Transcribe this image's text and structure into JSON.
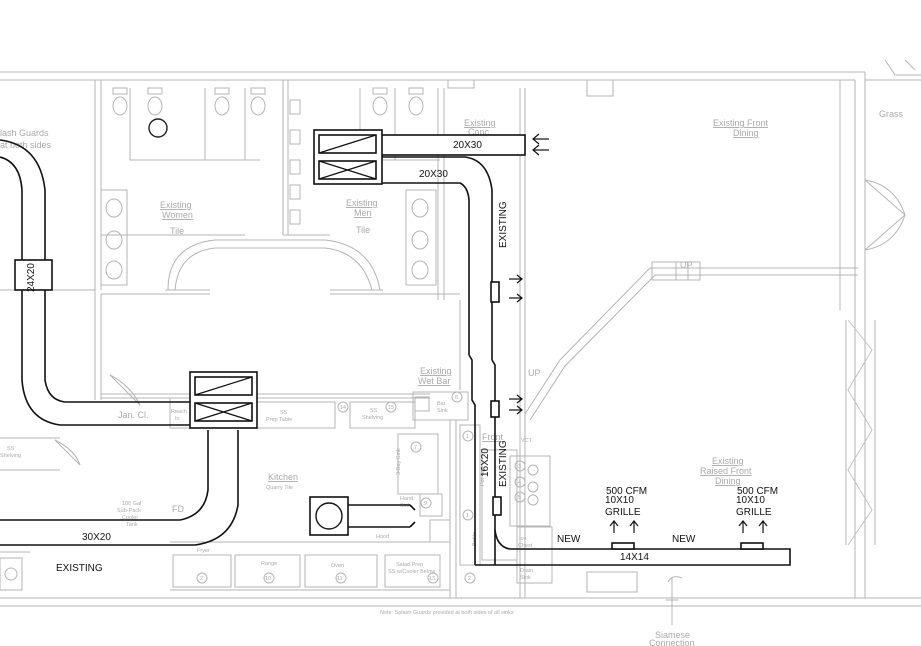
{
  "rooms": {
    "splash_guards": [
      "lash Guards",
      "at both sides"
    ],
    "existing_women": [
      "Existing",
      "Women"
    ],
    "women_tile": "Tile",
    "existing_men": [
      "Existing",
      "Men"
    ],
    "men_tile": "Tile",
    "existing_conc": [
      "Existing",
      "Conc"
    ],
    "existing_front_dining": [
      "Existing Front",
      "Dining"
    ],
    "grass": "Grass",
    "existing_wet_bar": [
      "Existing",
      "Wet Bar"
    ],
    "bar_sink": [
      "Bar",
      "Sink"
    ],
    "kitchen": "Kitchen",
    "kitchen_tile": "Quarry Tile",
    "existing_raised_front_dining": [
      "Existing",
      "Raised Front",
      "Dining"
    ],
    "front": "Front",
    "jan_cl": "Jan. Cl.",
    "siamese": [
      "Siamese",
      "Connection"
    ],
    "up_upper": "UP",
    "up_lower": "UP",
    "note": "Note: Splash Guards provided at both sides of all sinks"
  },
  "equipment": {
    "ss_prep_table": [
      "SS",
      "Prep Table"
    ],
    "ss_shelving_top": [
      "SS",
      "Shelving"
    ],
    "ss_shelving_left": [
      "SS",
      "Shelving"
    ],
    "reach_in": [
      "Reach",
      "In"
    ],
    "bay_sink": "3-Bay Sink",
    "hand_sink": [
      "Hand",
      "Sink"
    ],
    "hood": "Hood",
    "fryer": "Fryer",
    "range": "Range",
    "oven": "Oven",
    "salad_prep": [
      "Salad Prep",
      "SS w/Cooler Below"
    ],
    "upright_cooler": [
      "100 Gal",
      "Sub-Pack",
      "Cooler",
      "Tank"
    ],
    "fd": "FD",
    "ice_chest": [
      "Ice",
      "Chest"
    ],
    "drain_sink": [
      "Drain",
      "Sink"
    ],
    "pot_top_bottle_cooler": [
      "Pot Top",
      "Bottle",
      "Cooler"
    ],
    "vct": "VCT",
    "numbers": [
      "14",
      "15",
      "9",
      "7",
      "6",
      "1",
      "3",
      "4",
      "5",
      "10",
      "11",
      "12",
      "13",
      "2",
      "8"
    ]
  },
  "ducts": {
    "d20x30_top": "20X30",
    "d20x30_mid": "20X30",
    "d24x20": "24X20",
    "existing_vertical": "EXISTING",
    "existing_vertical_lower": "EXISTING",
    "d16x20": "16X20",
    "d30x20": "30X20",
    "existing_bottom": "EXISTING",
    "d14x14": "14X14",
    "new_left": "NEW",
    "new_right": "NEW"
  },
  "grilles": [
    {
      "cfm": "500 CFM",
      "size": "10X10",
      "type": "GRILLE"
    },
    {
      "cfm": "500 CFM",
      "size": "10X10",
      "type": "GRILLE"
    }
  ],
  "icons": {
    "supply_arrow": "arrow-right-icon",
    "return_arrow": "arrow-left-icon",
    "grille_arrow": "arrow-up-icon"
  }
}
